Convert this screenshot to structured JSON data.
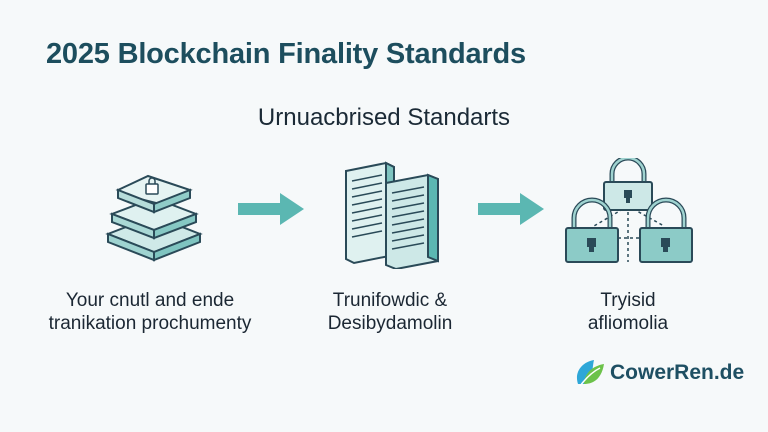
{
  "title": "2025 Blockchain Finality Standards",
  "subtitle": "Urnuacbrised Standarts",
  "stages": [
    {
      "icon": "stacked-blocks-icon",
      "lines": [
        "Your cnutl and ende",
        "tranikation prochumenty"
      ]
    },
    {
      "icon": "server-racks-icon",
      "lines": [
        "Trunifowdic &",
        "Desibydamolin"
      ]
    },
    {
      "icon": "padlock-network-icon",
      "lines": [
        "Tryisid",
        "afliomolia"
      ]
    }
  ],
  "logo": {
    "text": "CowerRen.de",
    "icon": "leaf-logo-icon"
  },
  "colors": {
    "teal": "#5bb7b2",
    "teal_light": "#cfe9e8",
    "outline": "#2a4a58",
    "title": "#1d4e5e"
  }
}
